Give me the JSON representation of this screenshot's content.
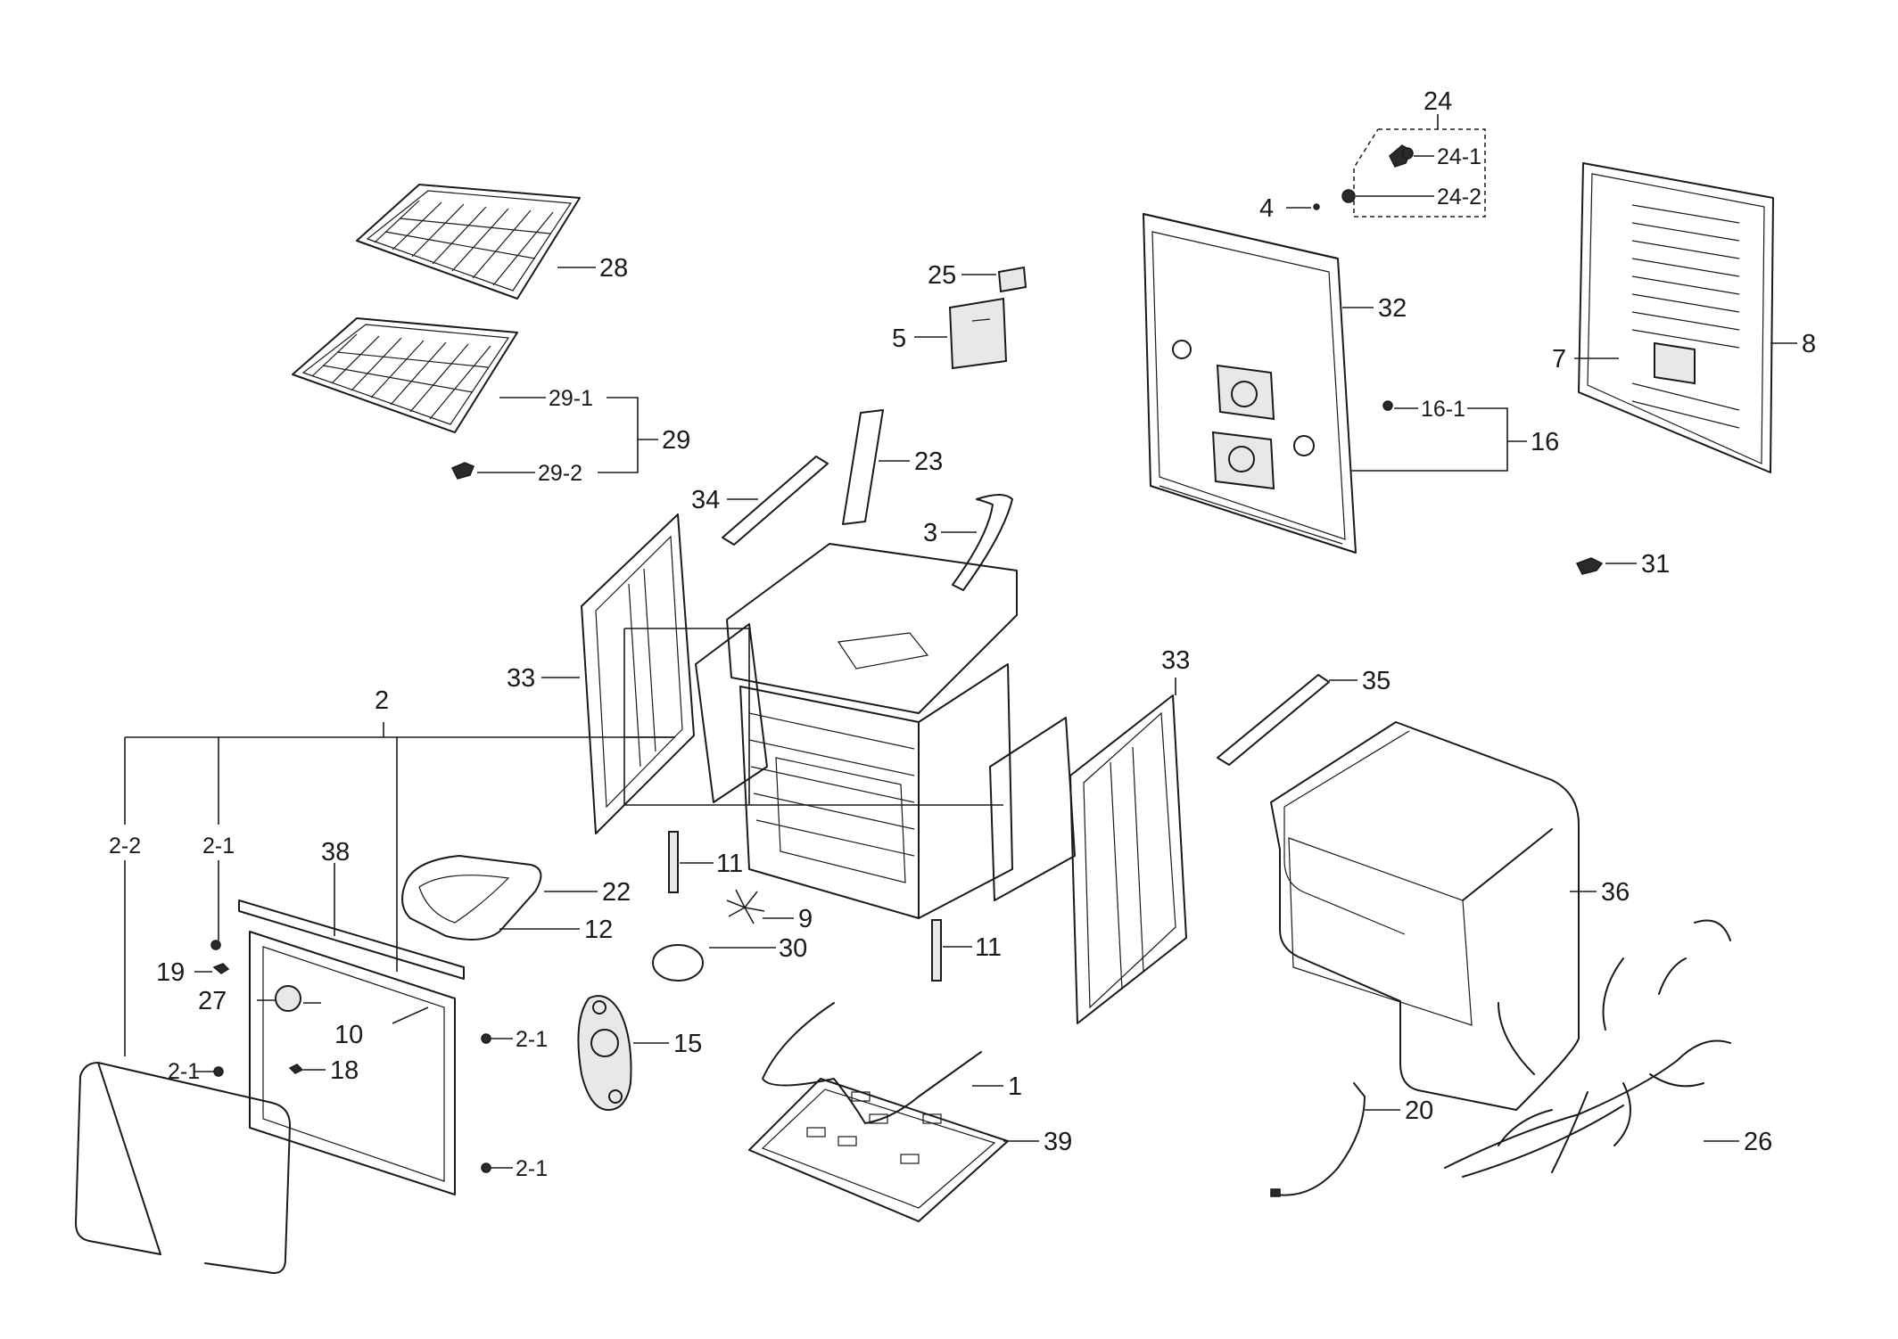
{
  "labels": {
    "p1": "1",
    "p2": "2",
    "p2_1a": "2-1",
    "p2_1b": "2-1",
    "p2_1c": "2-1",
    "p2_1d": "2-1",
    "p2_2": "2-2",
    "p3": "3",
    "p4": "4",
    "p5": "5",
    "p7": "7",
    "p8": "8",
    "p9": "9",
    "p10": "10",
    "p11a": "11",
    "p11b": "11",
    "p12": "12",
    "p15": "15",
    "p16": "16",
    "p16_1": "16-1",
    "p18": "18",
    "p19": "19",
    "p20": "20",
    "p22": "22",
    "p23": "23",
    "p24": "24",
    "p24_1": "24-1",
    "p24_2": "24-2",
    "p25": "25",
    "p26": "26",
    "p27": "27",
    "p28": "28",
    "p29": "29",
    "p29_1": "29-1",
    "p29_2": "29-2",
    "p30": "30",
    "p31": "31",
    "p32": "32",
    "p33a": "33",
    "p33b": "33",
    "p34": "34",
    "p35": "35",
    "p36": "36",
    "p38": "38",
    "p39": "39"
  }
}
